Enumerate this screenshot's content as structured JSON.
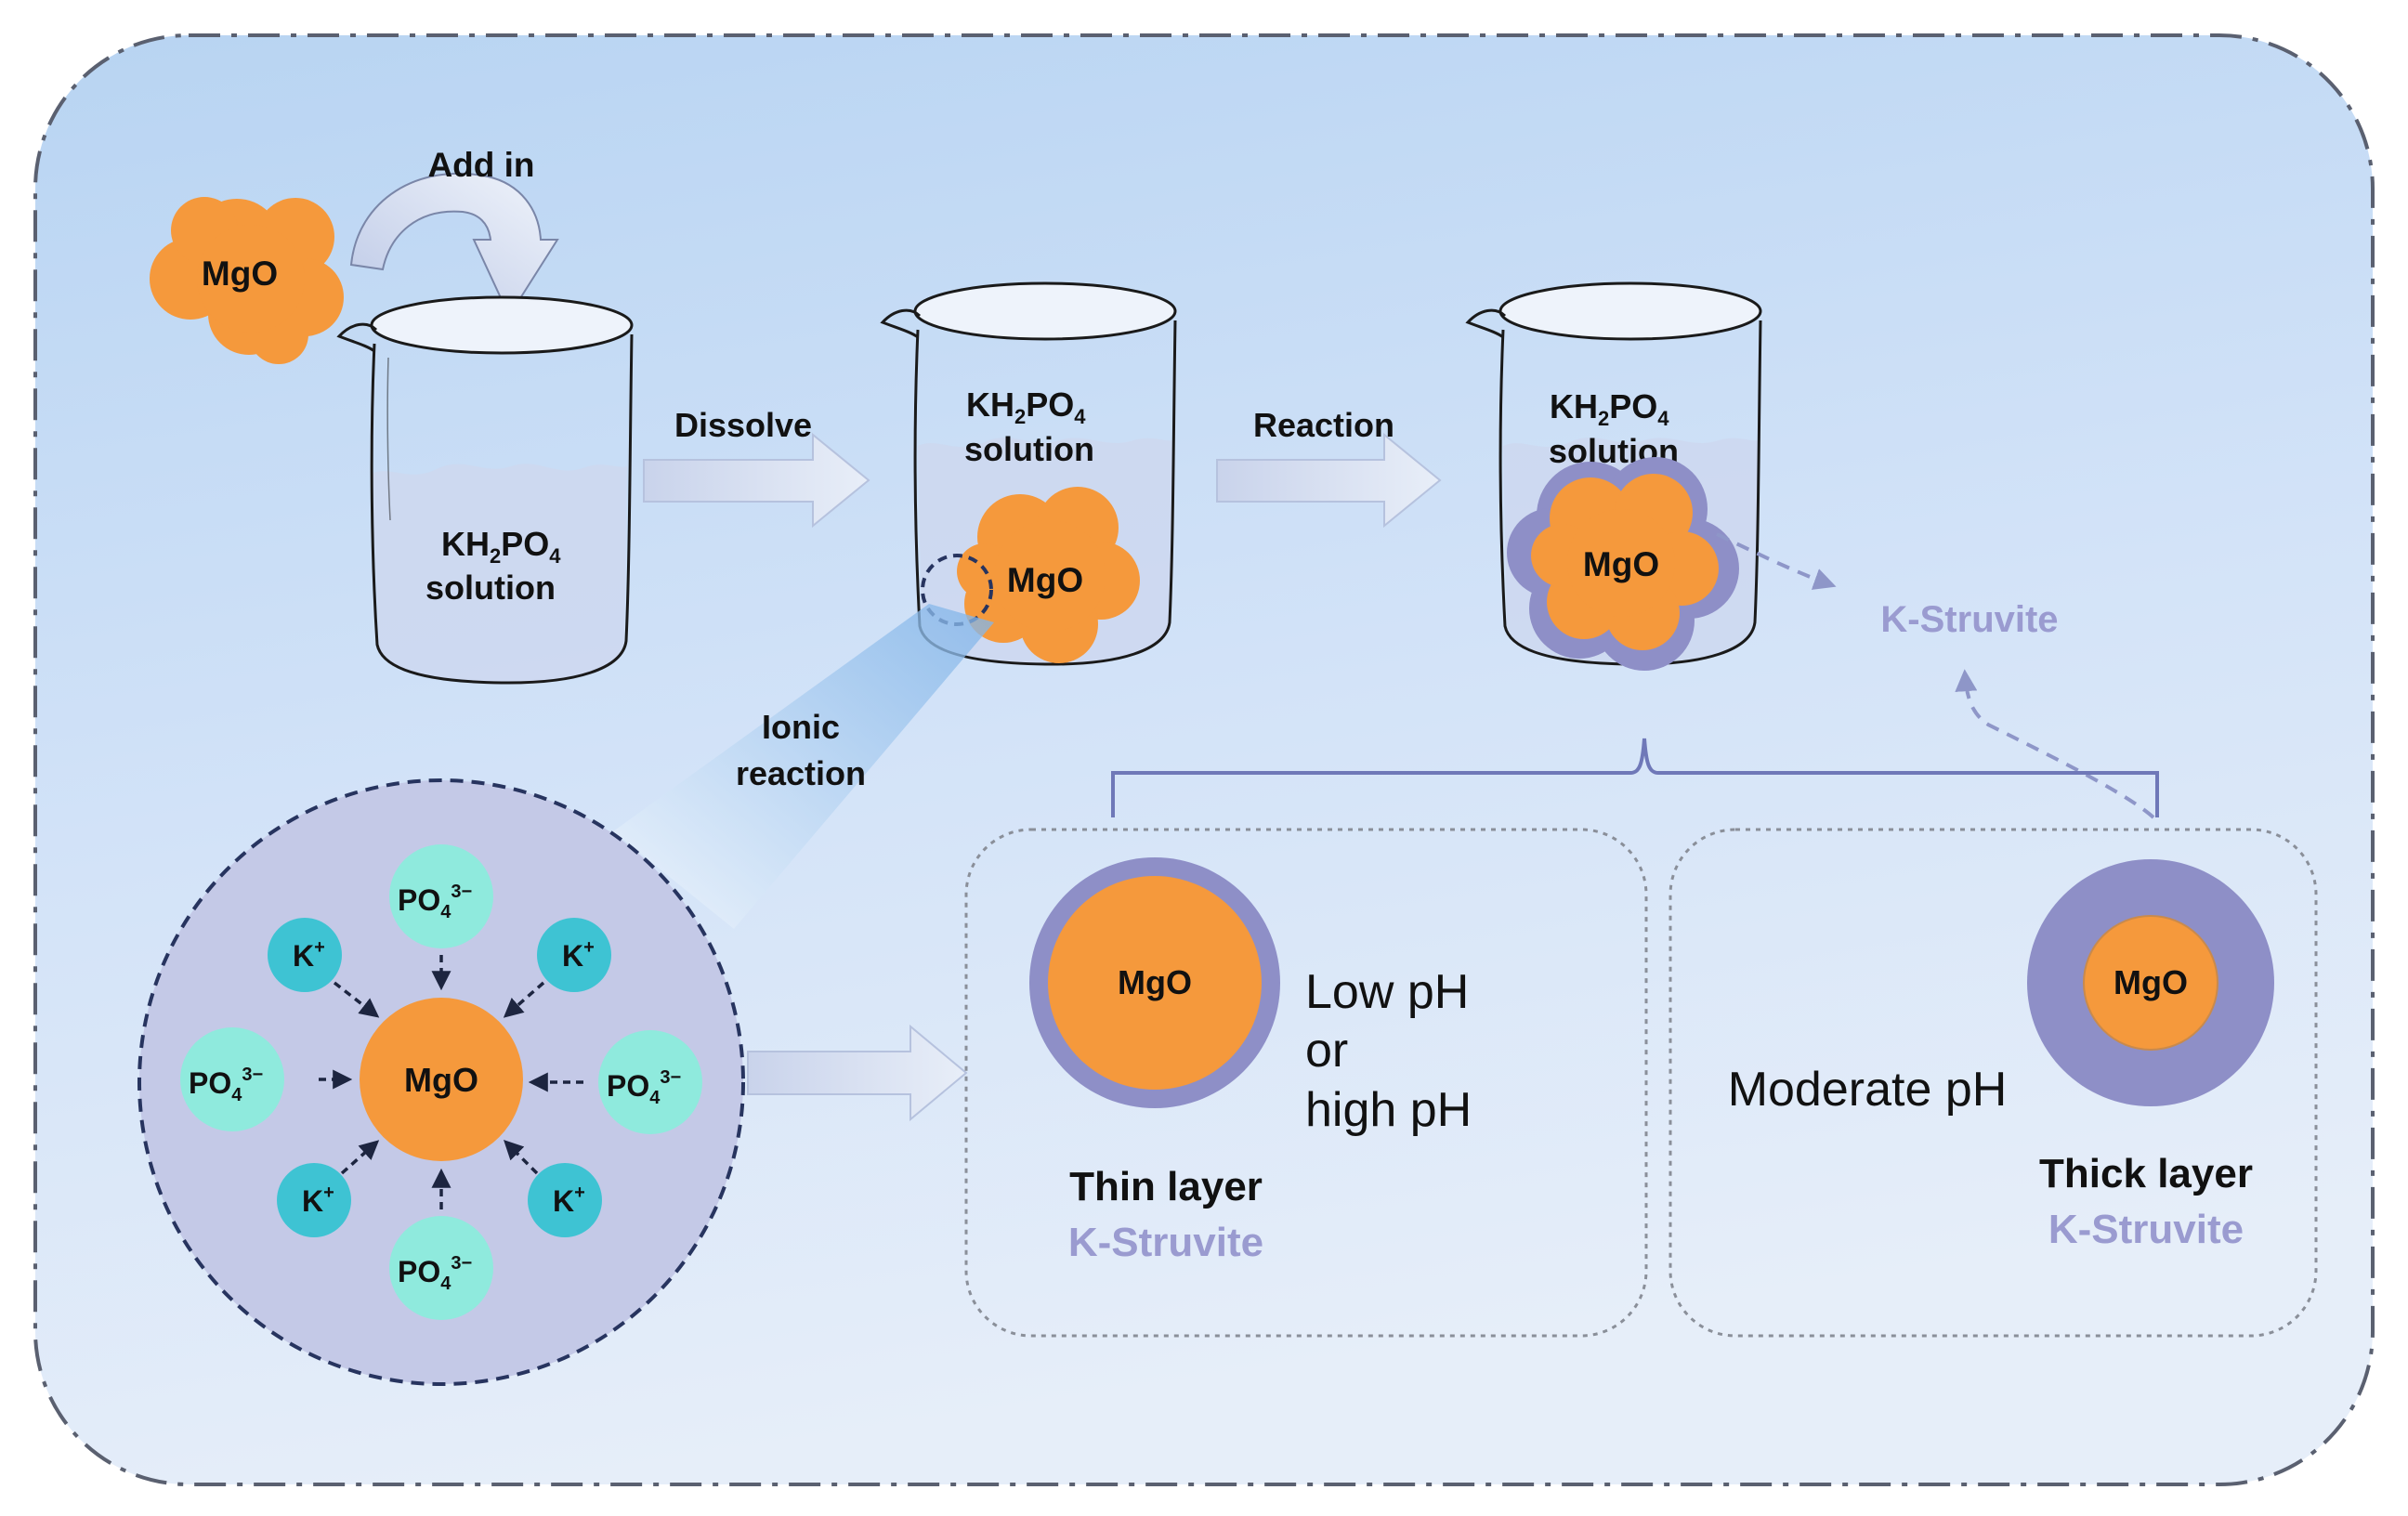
{
  "labels": {
    "add_in": "Add in",
    "dissolve": "Dissolve",
    "reaction": "Reaction",
    "ionic_line1": "Ionic",
    "ionic_line2": "reaction",
    "mgo": "MgO",
    "kh2po4_main": "KH",
    "kh2po4_sub2": "2",
    "kh2po4_po": "PO",
    "kh2po4_sub4": "4",
    "solution": "solution",
    "k_struvite": "K-Struvite",
    "k_ion": "K",
    "k_ion_sup": "+",
    "po4_main": "PO",
    "po4_sub": "4",
    "po4_sup": "3−",
    "low_ph": "Low pH",
    "or": "or",
    "high_ph": "high pH",
    "thin_layer": "Thin layer",
    "moderate_ph": "Moderate pH",
    "thick_layer": "Thick layer"
  },
  "colors": {
    "mgo_orange": "#f5993c",
    "struvite_purple": "#8e8fc7",
    "k_struvite_text": "#9a9bd0",
    "k_ion_teal": "#3ec3d3",
    "po4_mint": "#8feadd",
    "circle_fill": "#c4c9e7",
    "background_light": "#d9e8fa",
    "background_dark": "#b6d3f1",
    "liquid": "#d3dcf2",
    "arrow_fill": "#cfd9ee",
    "dash_navy": "#27345f"
  }
}
